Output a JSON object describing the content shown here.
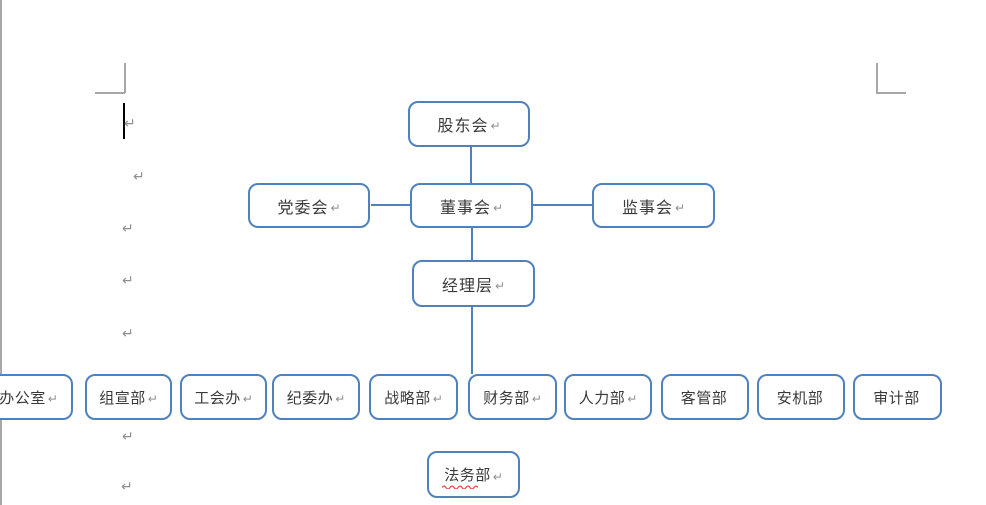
{
  "colors": {
    "accent": "#4f81bd",
    "connector": "#4f81bd",
    "boundary_mark": "#a6a6a6",
    "paragraph_mark": "#8f8f8f",
    "text": "#3a3a3a",
    "spellcheck": "#e03223"
  },
  "page": {
    "paragraph_mark": "↵"
  },
  "org": {
    "l1": {
      "label": "股东会",
      "mark": "↵"
    },
    "l2_left": {
      "label": "党委会",
      "mark": "↵"
    },
    "l2_center": {
      "label": "董事会",
      "mark": "↵"
    },
    "l2_right": {
      "label": "监事会",
      "mark": "↵"
    },
    "l3": {
      "label": "经理层",
      "mark": "↵"
    },
    "l4": [
      {
        "label": "办公室",
        "mark": "↵"
      },
      {
        "label": "组宣部",
        "mark": "↵"
      },
      {
        "label": "工会办",
        "mark": "↵"
      },
      {
        "label": "纪委办",
        "mark": "↵"
      },
      {
        "label": "战略部",
        "mark": "↵"
      },
      {
        "label": "财务部",
        "mark": "↵"
      },
      {
        "label": "人力部",
        "mark": "↵"
      },
      {
        "label": "客管部",
        "mark": ""
      },
      {
        "label": "安机部",
        "mark": ""
      },
      {
        "label": "审计部",
        "mark": ""
      }
    ],
    "l5": {
      "label": "法务部",
      "mark": "↵"
    }
  }
}
